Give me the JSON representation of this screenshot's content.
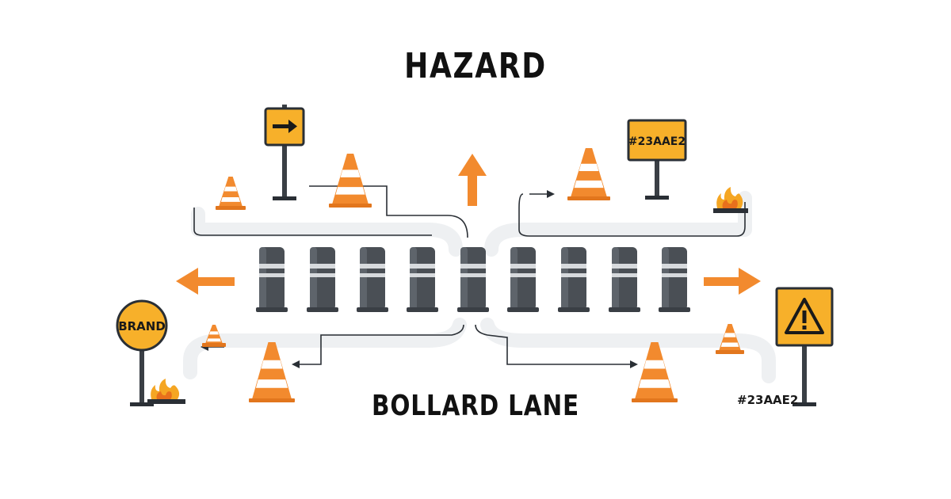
{
  "title": "HAZARD",
  "subtitle": "BOLLARD LANE",
  "signs": {
    "brand_label": "BRAND",
    "hex_sign_label": "#23AAE2",
    "hex_caption": "#23AAE2"
  },
  "colors": {
    "accent": "#F28A2E",
    "sign_yellow": "#F7B02A",
    "bollard": "#4A4F55",
    "lane": "#EEF0F2"
  },
  "icons": [
    "arrow-right-icon",
    "warning-icon",
    "arrow-up-icon",
    "arrow-left-icon",
    "traffic-cone-icon",
    "bollard-icon",
    "fire-icon"
  ]
}
